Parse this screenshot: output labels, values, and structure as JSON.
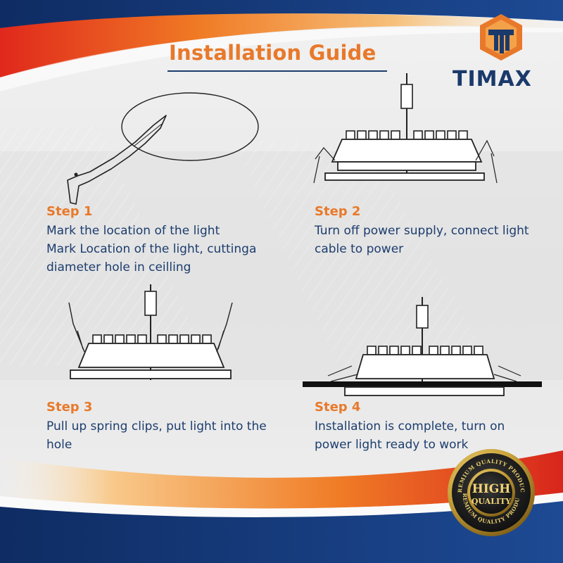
{
  "header": {
    "title": "Installation Guide",
    "brand": "TIMAX"
  },
  "steps": [
    {
      "label": "Step 1",
      "lines": [
        "Mark the location of the light",
        "Mark Location of the light, cuttinga",
        "diameter hole in ceilling"
      ]
    },
    {
      "label": "Step 2",
      "lines": [
        "Turn off power supply, connect light",
        "cable to power"
      ]
    },
    {
      "label": "Step 3",
      "lines": [
        "Pull up spring clips, put light into the",
        "hole"
      ]
    },
    {
      "label": "Step 4",
      "lines": [
        "Installation is complete, turn on",
        "power light ready to work"
      ]
    }
  ],
  "badge": {
    "top_text": "PREMIUM QUALITY PRODUCT",
    "line1": "HIGH",
    "line2": "QUALITY"
  },
  "colors": {
    "orange": "#e8792b",
    "navy": "#1c3d6e",
    "red": "#d6261c",
    "gold": "#c9a23a"
  },
  "icons": [
    "timax-logo-icon",
    "knife-cutting-icon",
    "downlight-diagram-icon",
    "quality-badge-icon"
  ]
}
